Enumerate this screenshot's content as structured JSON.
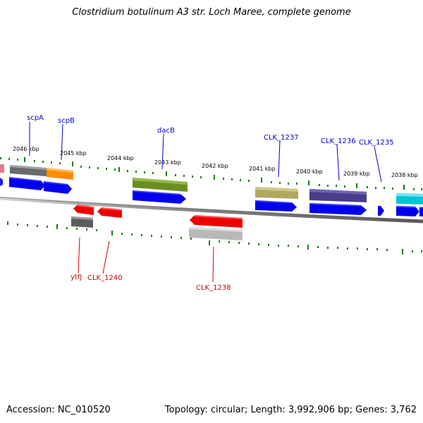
{
  "title": "Clostridium botulinum A3 str. Loch Maree, complete genome",
  "accession": "Accession: NC_010520",
  "summary": "Topology: circular; Length: 3,992,906 bp; Genes: 3,762",
  "kbp_ticks": [
    "2046 kbp",
    "2045 kbp",
    "2044 kbp",
    "2043 kbp",
    "2042 kbp",
    "2041 kbp",
    "2040 kbp",
    "2039 kbp",
    "2038 kbp"
  ],
  "forward_labels": [
    "scpA",
    "scpB",
    "dacB",
    "CLK_1237",
    "CLK_1236",
    "CLK_1235"
  ],
  "reverse_labels": [
    "ytfJ",
    "CLK_1240",
    "CLK_1238"
  ],
  "colors": {
    "forward_label": "#0000cc",
    "reverse_label": "#cc0000",
    "cds_forward": "#0000ee",
    "cds_reverse": "#ee0000",
    "tick": "#1a7a1a",
    "backbone": "#888888"
  }
}
